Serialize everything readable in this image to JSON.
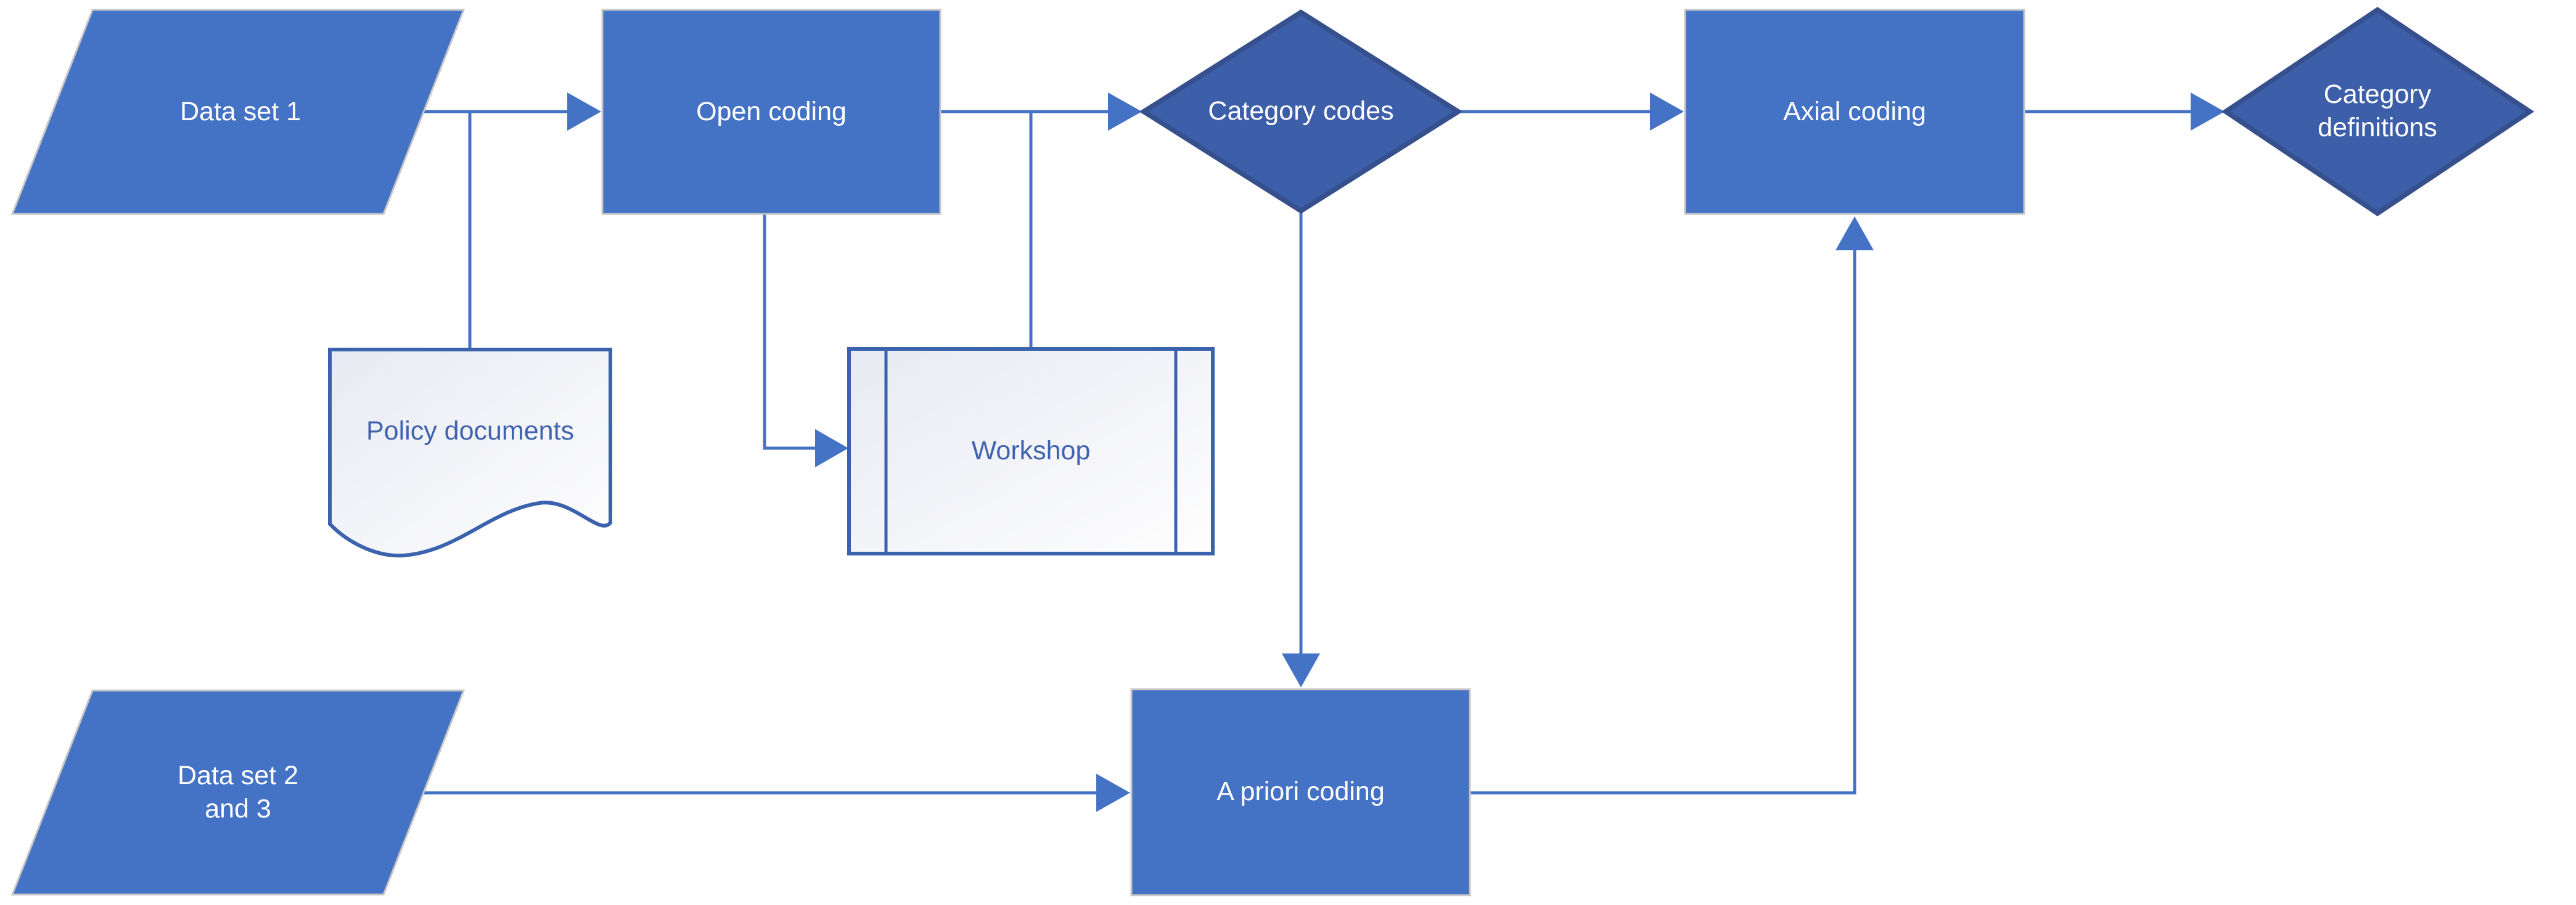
{
  "canvas": {
    "background": "#ffffff"
  },
  "colors": {
    "process_fill": "#4472C4",
    "process_border": "#C6C6C6",
    "process_text": "#FFFFFF",
    "decision_fill": "#3D5EA9",
    "decision_border": "#36508D",
    "decision_text": "#FFFFFF",
    "light_shape_border": "#3A62AD",
    "light_shape_fill_start": "#E8EAF3",
    "light_shape_fill_end": "#FEFEFE",
    "light_shape_text": "#3F63AE",
    "connector": "#4472C4"
  },
  "nodes": [
    {
      "id": "data-set-1",
      "type": "parallelogram",
      "label": "Data set 1"
    },
    {
      "id": "open-coding",
      "type": "process",
      "label": "Open coding"
    },
    {
      "id": "category-codes",
      "type": "decision",
      "label": "Category codes"
    },
    {
      "id": "axial-coding",
      "type": "process",
      "label": "Axial coding"
    },
    {
      "id": "category-definitions",
      "type": "decision",
      "label": "Category definitions"
    },
    {
      "id": "policy-documents",
      "type": "document",
      "label": "Policy documents"
    },
    {
      "id": "workshop",
      "type": "predefined-process",
      "label": "Workshop"
    },
    {
      "id": "data-set-2-3",
      "type": "parallelogram",
      "label": "Data set 2 and 3"
    },
    {
      "id": "a-priori-coding",
      "type": "process",
      "label": "A priori coding"
    }
  ],
  "edges": [
    {
      "from": "data-set-1",
      "to": "open-coding",
      "arrow": true
    },
    {
      "from": "data-set-1-to-open-coding",
      "to": "policy-documents",
      "arrow": false
    },
    {
      "from": "open-coding",
      "to": "category-codes",
      "arrow": true
    },
    {
      "from": "open-coding-to-category-codes",
      "to": "workshop",
      "arrow": false
    },
    {
      "from": "open-coding",
      "to": "workshop",
      "arrow": true
    },
    {
      "from": "category-codes",
      "to": "axial-coding",
      "arrow": true
    },
    {
      "from": "category-codes",
      "to": "a-priori-coding",
      "arrow": true
    },
    {
      "from": "data-set-2-3",
      "to": "a-priori-coding",
      "arrow": true
    },
    {
      "from": "a-priori-coding",
      "to": "axial-coding",
      "arrow": true
    },
    {
      "from": "axial-coding",
      "to": "category-definitions",
      "arrow": true
    }
  ]
}
